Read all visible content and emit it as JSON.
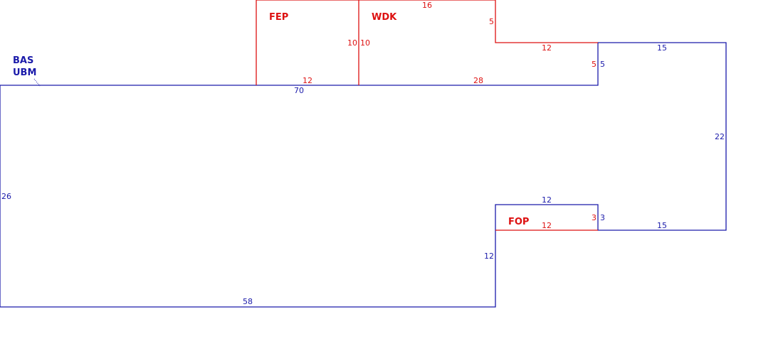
{
  "colors": {
    "base": "#1a1aaa",
    "addition": "#dd1111"
  },
  "areas": {
    "bas": "BAS",
    "ubm": "UBM",
    "fep": "FEP",
    "wdk": "WDK",
    "fop": "FOP"
  },
  "dims": {
    "bas_top": "70",
    "bas_left": "26",
    "bas_bottom": "58",
    "bas_inner_vert": "12",
    "notch_top": "12",
    "notch_right": "3",
    "bas_lower_right": "15",
    "bas_right": "22",
    "bas_upper_right": "15",
    "bas_step": "5",
    "fep_bottom": "12",
    "fep_right": "10",
    "wdk_left": "10",
    "wdk_top": "16",
    "wdk_step_vert": "5",
    "wdk_step_horiz": "12",
    "wdk_bottom": "28",
    "wdk_right": "5",
    "fop_bottom": "12",
    "fop_right": "3"
  }
}
